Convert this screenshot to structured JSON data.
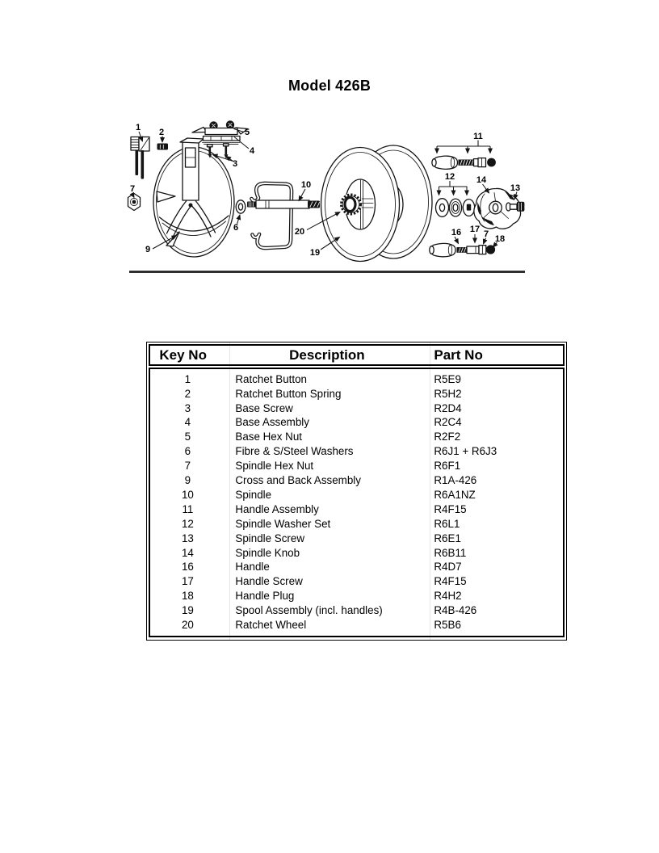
{
  "page": {
    "title": "Model 426B"
  },
  "diagram": {
    "callouts": [
      "1",
      "2",
      "3",
      "4",
      "5",
      "6",
      "7",
      "9",
      "10",
      "11",
      "12",
      "13",
      "14",
      "16",
      "17",
      "7",
      "18",
      "19",
      "20"
    ]
  },
  "table": {
    "headers": [
      "Key No",
      "Description",
      "Part No"
    ],
    "rows": [
      {
        "key": "1",
        "desc": "Ratchet Button",
        "part": "R5E9"
      },
      {
        "key": "2",
        "desc": "Ratchet Button Spring",
        "part": "R5H2"
      },
      {
        "key": "3",
        "desc": "Base Screw",
        "part": "R2D4"
      },
      {
        "key": "4",
        "desc": "Base Assembly",
        "part": "R2C4"
      },
      {
        "key": "5",
        "desc": "Base Hex Nut",
        "part": "R2F2"
      },
      {
        "key": "6",
        "desc": "Fibre & S/Steel Washers",
        "part": "R6J1 + R6J3"
      },
      {
        "key": "7",
        "desc": "Spindle Hex Nut",
        "part": "R6F1"
      },
      {
        "key": "9",
        "desc": "Cross and Back Assembly",
        "part": "R1A-426"
      },
      {
        "key": "10",
        "desc": "Spindle",
        "part": "R6A1NZ"
      },
      {
        "key": "11",
        "desc": "Handle Assembly",
        "part": "R4F15"
      },
      {
        "key": "12",
        "desc": "Spindle Washer Set",
        "part": "R6L1"
      },
      {
        "key": "13",
        "desc": "Spindle Screw",
        "part": "R6E1"
      },
      {
        "key": "14",
        "desc": "Spindle Knob",
        "part": "R6B11"
      },
      {
        "key": "16",
        "desc": "Handle",
        "part": "R4D7"
      },
      {
        "key": "17",
        "desc": "Handle Screw",
        "part": "R4F15"
      },
      {
        "key": "18",
        "desc": "Handle Plug",
        "part": "R4H2"
      },
      {
        "key": "19",
        "desc": "Spool Assembly (incl. handles)",
        "part": "R4B-426"
      },
      {
        "key": "20",
        "desc": "Ratchet Wheel",
        "part": "R5B6"
      }
    ]
  }
}
